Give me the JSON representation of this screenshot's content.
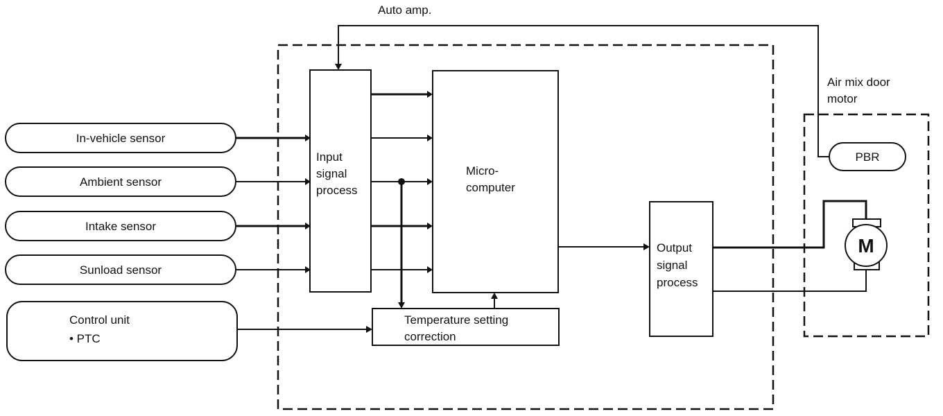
{
  "auto_amp_label": "Auto amp.",
  "air_mix": {
    "label_line1": "Air mix door",
    "label_line2": "motor",
    "pbr": "PBR",
    "motor": "M"
  },
  "sensors": [
    {
      "label": "In-vehicle sensor"
    },
    {
      "label": "Ambient sensor"
    },
    {
      "label": "Intake sensor"
    },
    {
      "label": "Sunload sensor"
    }
  ],
  "control_unit": {
    "line1": "Control unit",
    "line2": "• PTC"
  },
  "input_block": {
    "line1": "Input",
    "line2": "signal",
    "line3": "process"
  },
  "micro_block": {
    "line1": "Micro-",
    "line2": "computer"
  },
  "temp_block": {
    "line1": "Temperature setting",
    "line2": "correction"
  },
  "output_block": {
    "line1": "Output",
    "line2": "signal",
    "line3": "process"
  }
}
